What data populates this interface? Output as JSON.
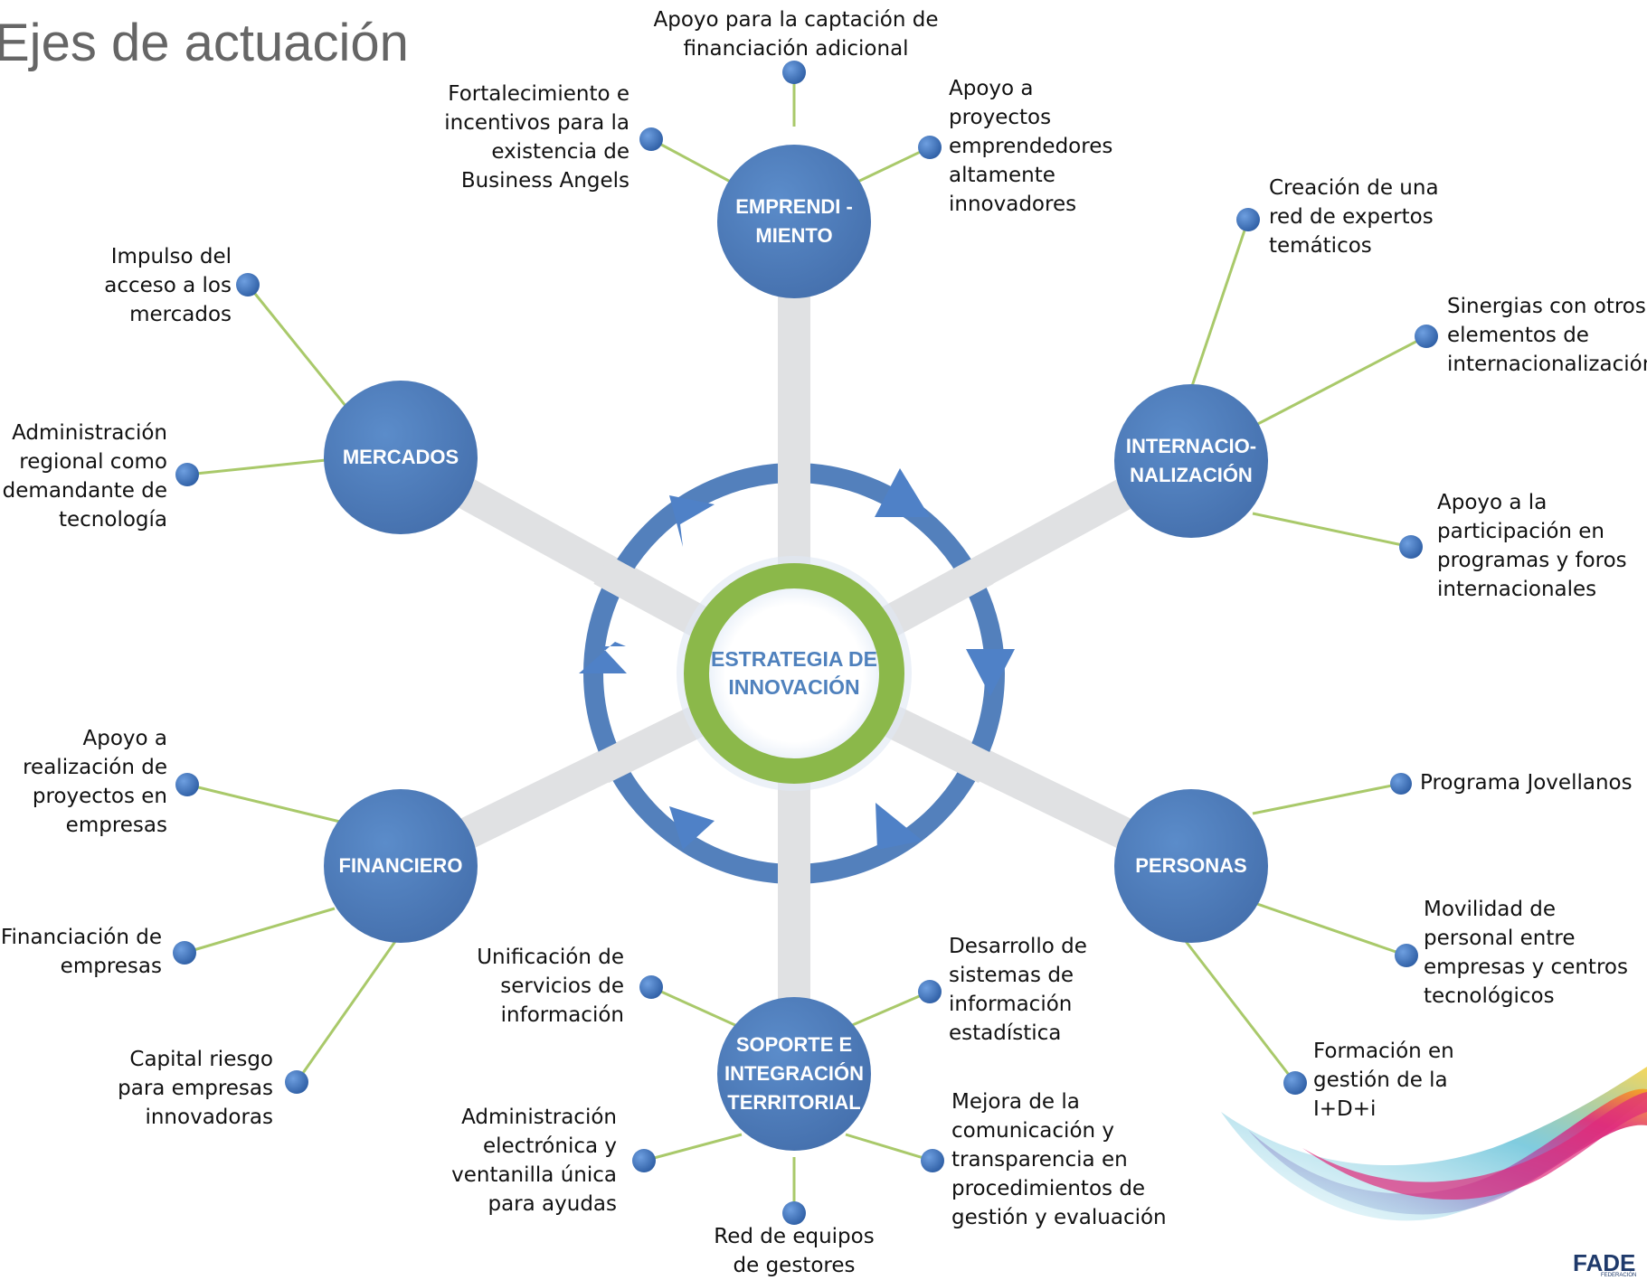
{
  "title": "Ejes de actuación",
  "center": {
    "label": "ESTRATEGIA DE\nINNOVACIÓN"
  },
  "hubs": [
    {
      "id": "emprendimiento",
      "label": "EMPRENDI -\nMIENTO"
    },
    {
      "id": "internacionalizacion",
      "label": "INTERNACIO-\nNALIZACIÓN"
    },
    {
      "id": "personas",
      "label": "PERSONAS"
    },
    {
      "id": "soporte",
      "label": "SOPORTE E\nINTEGRACIÓN\nTERRITORIAL"
    },
    {
      "id": "financiero",
      "label": "FINANCIERO"
    },
    {
      "id": "mercados",
      "label": "MERCADOS"
    }
  ],
  "leaves": {
    "emprendimiento": [
      "Apoyo para la captación de\nfinanciación adicional",
      "Fortalecimiento e\nincentivos para la\nexistencia de\nBusiness Angels",
      "Apoyo a\nproyectos\nemprendedores\naltamente\ninnovadores"
    ],
    "internacionalizacion": [
      "Creación de una\nred de expertos\ntemáticos",
      "Sinergias con otros\nelementos de\ninternacionalización",
      "Apoyo a la\nparticipación en\nprogramas y foros\ninternacionales"
    ],
    "personas": [
      "Programa Jovellanos",
      "Movilidad de\npersonal entre\nempresas y centros\ntecnológicos",
      "Formación en\ngestión de la\nI+D+i"
    ],
    "soporte": [
      "Unificación de\nservicios de\ninformación",
      "Desarrollo de\nsistemas de\ninformación\nestadística",
      "Administración\nelectrónica y\nventanilla única\npara ayudas",
      "Mejora de la\ncomunicación y\ntransparencia en\nprocedimientos de\ngestión y evaluación",
      "Red de equipos\nde gestores"
    ],
    "financiero": [
      "Apoyo a\nrealización de\nproyectos en\nempresas",
      "Financiación de\nempresas",
      "Capital riesgo\npara empresas\ninnovadoras"
    ],
    "mercados": [
      "Impulso del\nacceso a los\nmercados",
      "Administración\nregional como\ndemandante de\ntecnología"
    ]
  },
  "logo": {
    "text": "FADE",
    "sub": "FEDERACIÓN"
  },
  "colors": {
    "hub_blue": "#4f7fbe",
    "ring_blue": "#4a79b8",
    "center_green": "#8bb84a",
    "connector_green": "#a9c96a",
    "spoke_gray": "#e0e1e3",
    "text_dark": "#111111",
    "title_gray": "#666666"
  }
}
